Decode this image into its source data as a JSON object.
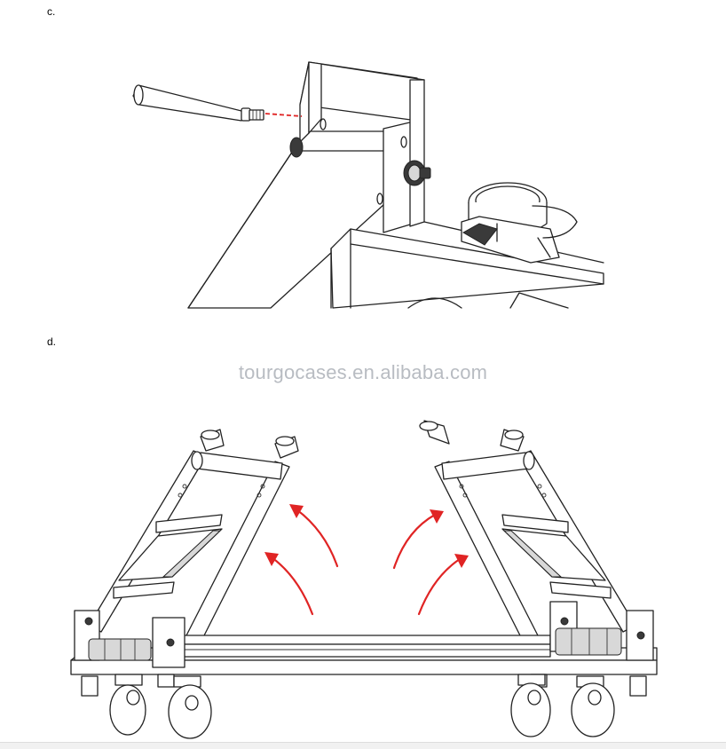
{
  "steps": {
    "c": {
      "label": "c."
    },
    "d": {
      "label": "d."
    }
  },
  "watermark": "tourgocases.en.alibaba.com",
  "colors": {
    "line": "#222222",
    "arrow": "#e02424",
    "pin_guide": "#e02424",
    "watermark": "#b8bcc2"
  },
  "icons": {
    "insert_guide": "dashed-line",
    "motion_arrows": "curved-arrow"
  }
}
